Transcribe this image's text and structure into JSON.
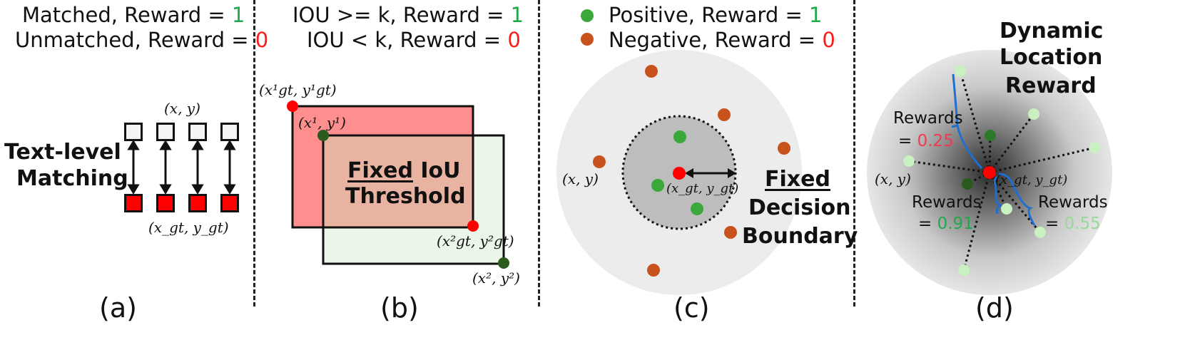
{
  "panel_a": {
    "line1_prefix": "Matched,   Reward = ",
    "line1_value": "1",
    "line2_prefix": "Unmatched, Reward = ",
    "line2_value": "0",
    "point_label": "(x, y)",
    "gt_label": "(x_gt, y_gt)",
    "title_line1": "Text-level",
    "title_line2": "Matching",
    "caption": "(a)"
  },
  "panel_b": {
    "line1_prefix": "IOU >= k,  Reward = ",
    "line1_value": "1",
    "line2_prefix": "IOU < k,  Reward = ",
    "line2_value": "0",
    "gt1_label": "(x¹gt, y¹gt)",
    "p1_label": "(x¹, y¹)",
    "gt2_label": "(x²gt, y²gt)",
    "p2_label": "(x², y²)",
    "center_underlined": "Fixed",
    "center_rest": " IoU",
    "center_line2": "Threshold",
    "caption": "(b)"
  },
  "panel_c": {
    "legend_pos_prefix": "Positive,  Reward = ",
    "legend_pos_value": "1",
    "legend_neg_prefix": "Negative, Reward = ",
    "legend_neg_value": "0",
    "point_label": "(x, y)",
    "gt_label": "(x_gt, y_gt)",
    "title_underlined": "Fixed",
    "title_line2": "Decision",
    "title_line3": "Boundary",
    "caption": "(c)"
  },
  "panel_d": {
    "title_line1": "Dynamic",
    "title_line2": "Location",
    "title_line3": "Reward",
    "reward1_label": "Rewards",
    "reward1_value": "0.25",
    "reward2_label": "Rewards",
    "reward2_value": "0.91",
    "reward3_label": "Rewards",
    "reward3_value": "0.55",
    "eq": "= ",
    "point_label": "(x, y)",
    "gt_label": "(x_gt, y_gt)",
    "caption": "(d)"
  },
  "colors": {
    "positive": "#3aa83a",
    "negative": "#c8521e",
    "gt_red": "#ff0000",
    "dark_green": "#2a5a1e",
    "light_green": "#c8f0c0",
    "brace_blue": "#1f6fd1"
  }
}
